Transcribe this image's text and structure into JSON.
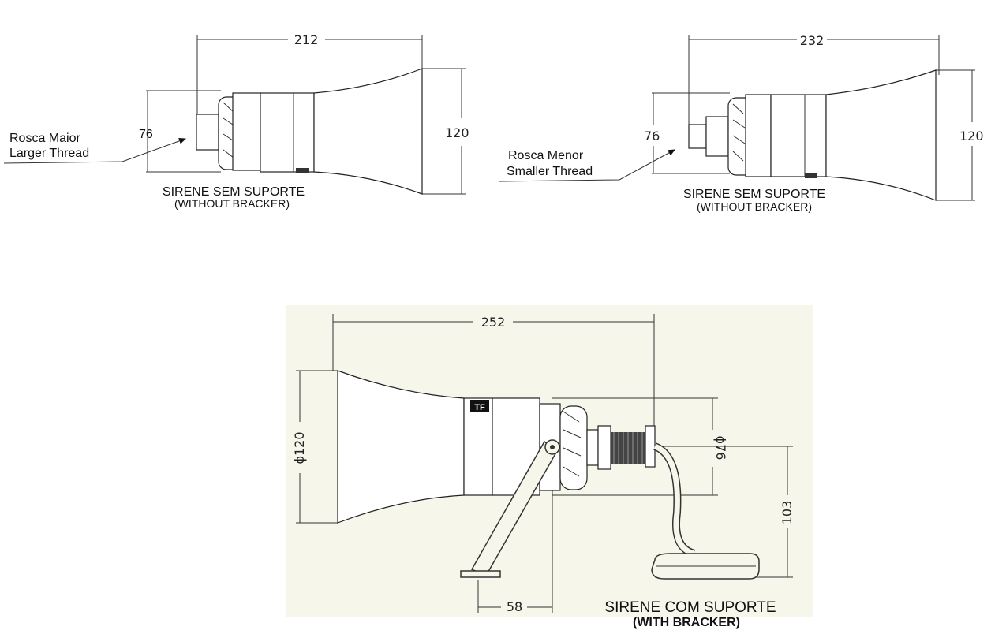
{
  "views": [
    {
      "name": "top-left",
      "dims": {
        "length": "212",
        "height": "76",
        "bell": "120"
      },
      "callout": {
        "line1": "Rosca Maior",
        "line2": "Larger Thread"
      },
      "caption": {
        "line1": "SIRENE SEM SUPORTE",
        "line2": "(WITHOUT BRACKER)"
      }
    },
    {
      "name": "top-right",
      "dims": {
        "length": "232",
        "height": "76",
        "bell": "120"
      },
      "callout": {
        "line1": "Rosca Menor",
        "line2": "Smaller Thread"
      },
      "caption": {
        "line1": "SIRENE SEM SUPORTE",
        "line2": "(WITHOUT BRACKER)"
      }
    },
    {
      "name": "bottom",
      "dims": {
        "length": "252",
        "bell": "ϕ120",
        "body": "ϕ76",
        "height": "103",
        "base": "58"
      },
      "logo": "TF",
      "caption": {
        "line1": "SIRENE COM SUPORTE",
        "line2": "(WITH BRACKER)"
      }
    }
  ],
  "colors": {
    "panel": "#f7f6ea",
    "line": "#222222"
  }
}
